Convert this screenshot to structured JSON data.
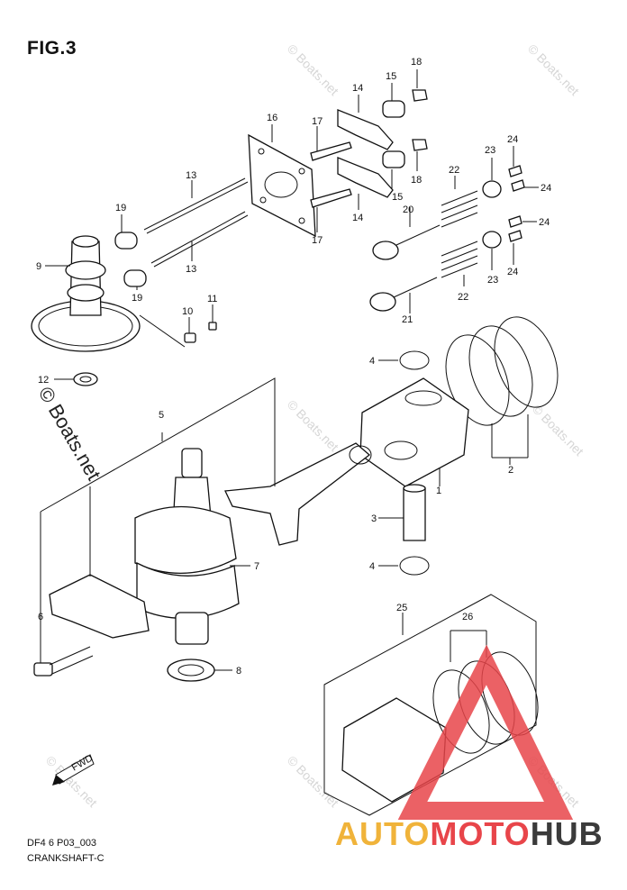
{
  "figure": {
    "title": "FIG.3",
    "code": "DF4 6 P03_003",
    "name": "CRANKSHAFT-C"
  },
  "watermark": {
    "text": "© Boats.net",
    "brand_parts": [
      "AUTO",
      "MOTO",
      "HUB"
    ],
    "colors": {
      "brand_yellow": "#f0b33a",
      "brand_red": "#e8454a",
      "brand_dark": "#3b3b3b"
    }
  },
  "fwd_label": "FWD",
  "callouts": {
    "c1": "1",
    "c2": "2",
    "c3": "3",
    "c4a": "4",
    "c4b": "4",
    "c5": "5",
    "c6": "6",
    "c7": "7",
    "c8": "8",
    "c9": "9",
    "c10": "10",
    "c11": "11",
    "c12": "12",
    "c13a": "13",
    "c13b": "13",
    "c14a": "14",
    "c14b": "14",
    "c15a": "15",
    "c15b": "15",
    "c16": "16",
    "c17a": "17",
    "c17b": "17",
    "c18a": "18",
    "c18b": "18",
    "c19a": "19",
    "c19b": "19",
    "c20": "20",
    "c21": "21",
    "c22a": "22",
    "c22b": "22",
    "c23a": "23",
    "c23b": "23",
    "c24a": "24",
    "c24b": "24",
    "c24c": "24",
    "c24d": "24",
    "c25": "25",
    "c26": "26"
  }
}
